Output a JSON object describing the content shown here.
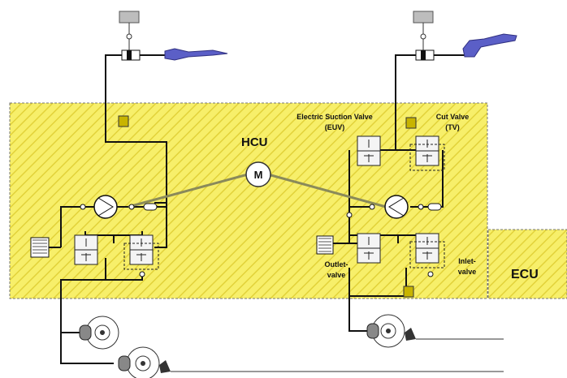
{
  "labels": {
    "hcu": "HCU",
    "ecu": "ECU",
    "motor": "M",
    "euv_line1": "Electric Suction Valve",
    "euv_line2": "(EUV)",
    "tv_line1": "Cut Valve",
    "tv_line2": "(TV)",
    "outlet_line1": "Outlet-",
    "outlet_line2": "valve",
    "inlet_line1": "Inlet-",
    "inlet_line2": "valve"
  },
  "colors": {
    "hcu_fill": "#f7ef6a",
    "hatch": "#e6d640",
    "ecu_fill": "#f7ef6a",
    "pedal": "#5b5fc7",
    "sensor": "#c8b400",
    "motor_link": "#8a8a5a"
  },
  "icons": [
    "brake-pedal-icon",
    "master-cylinder-icon",
    "pressure-sensor-icon",
    "pump-icon",
    "motor-icon",
    "solenoid-valve-icon",
    "accumulator-spring-icon",
    "brake-disc-icon",
    "caliper-icon"
  ]
}
